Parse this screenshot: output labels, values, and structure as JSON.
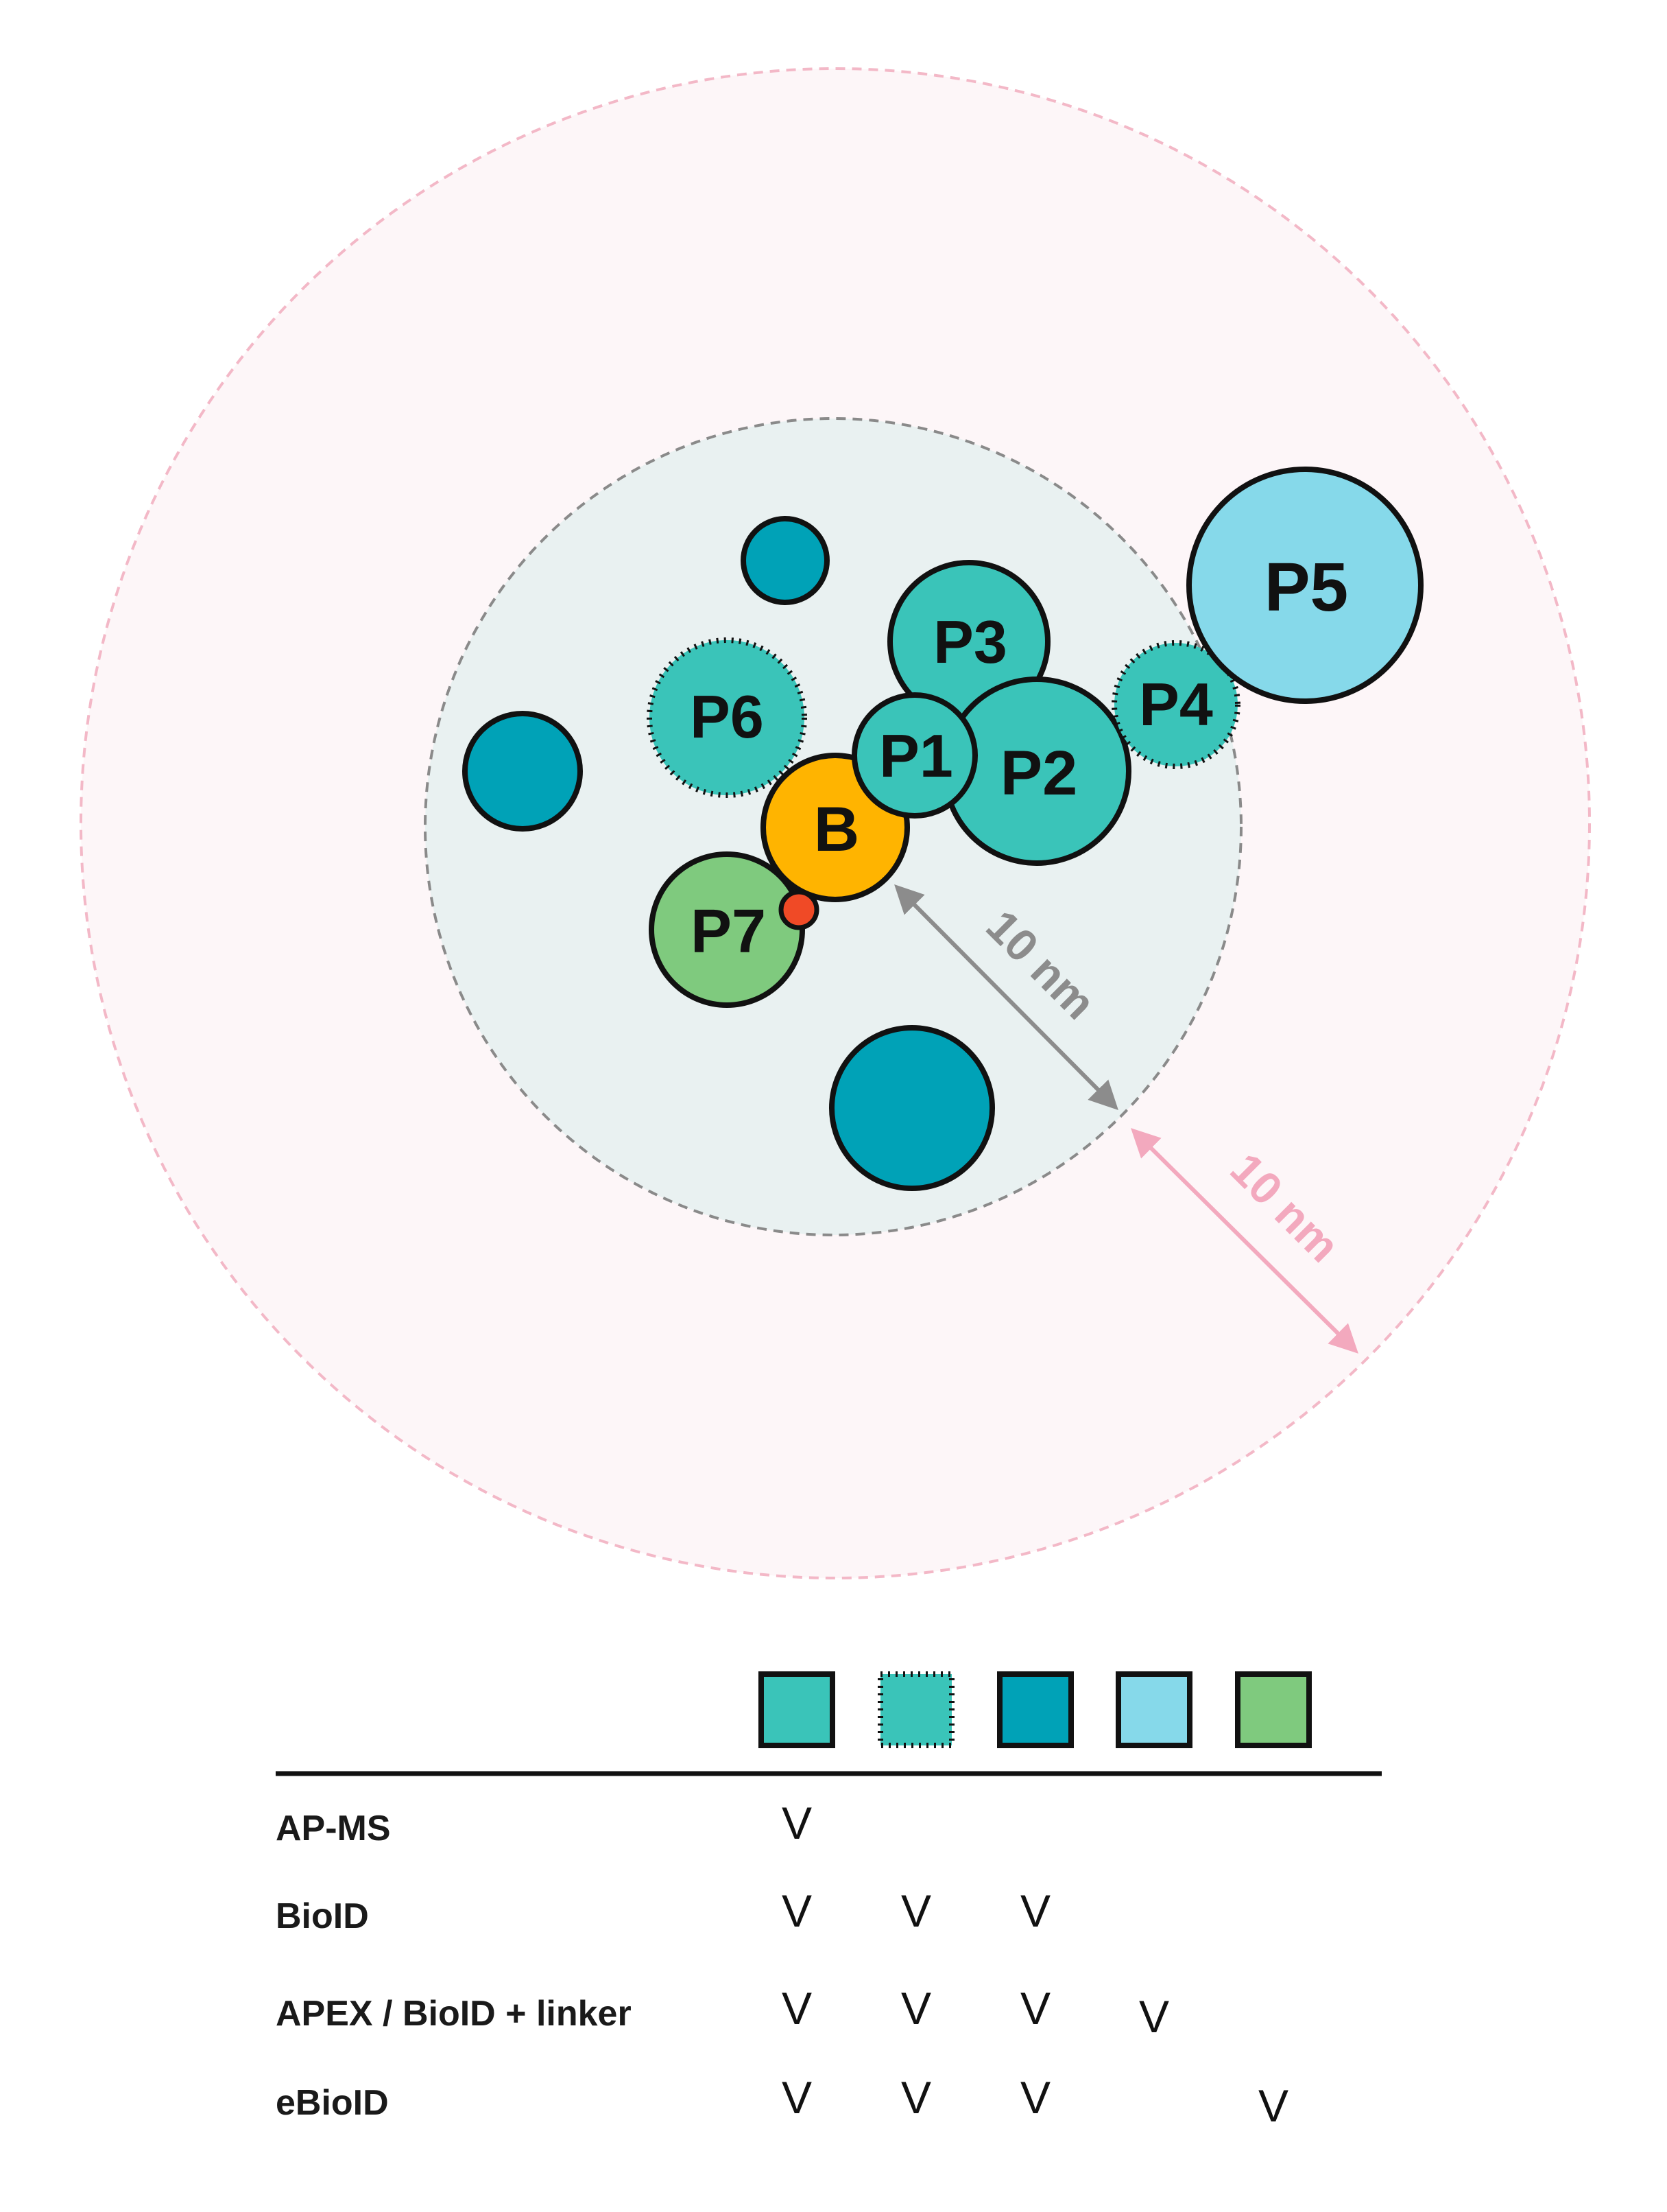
{
  "diagram": {
    "colors": {
      "outer_zone_fill": "#fdf6f8",
      "outer_zone_stroke": "#f3b8c7",
      "inner_zone_fill": "#e9f1f1",
      "inner_zone_stroke": "#8a8a8a",
      "direct_interactor": "#3ac4b9",
      "indirect_interactor": "#3ac4b9",
      "proximal_nonbinder": "#00a2b7",
      "distal_nonbinder": "#86d9ea",
      "linker_reachable": "#7fca7e",
      "bait": "#ffb400",
      "biotin_ligase": "#f04a26",
      "outline": "#111111",
      "gray_arrow": "#8c8c8c",
      "pink_arrow": "#f3a9be"
    },
    "proteins": {
      "bait": "B",
      "p1": "P1",
      "p2": "P2",
      "p3": "P3",
      "p4": "P4",
      "p5": "P5",
      "p6": "P6",
      "p7": "P7"
    },
    "distances": {
      "inner_radius_label": "10 nm",
      "outer_band_label": "10 nm"
    }
  },
  "table": {
    "legend_icons": [
      "direct-interactor",
      "indirect-interactor",
      "proximal-nonbinder",
      "distal-nonbinder",
      "linker-reachable"
    ],
    "check_glyph": "V",
    "rows": [
      {
        "label": "AP-MS",
        "checks": [
          true,
          false,
          false,
          false,
          false
        ]
      },
      {
        "label": "BioID",
        "checks": [
          true,
          true,
          true,
          false,
          false
        ]
      },
      {
        "label": "APEX / BioID + linker",
        "checks": [
          true,
          true,
          true,
          true,
          false
        ]
      },
      {
        "label": "eBioID",
        "checks": [
          true,
          true,
          true,
          false,
          true
        ]
      }
    ]
  }
}
